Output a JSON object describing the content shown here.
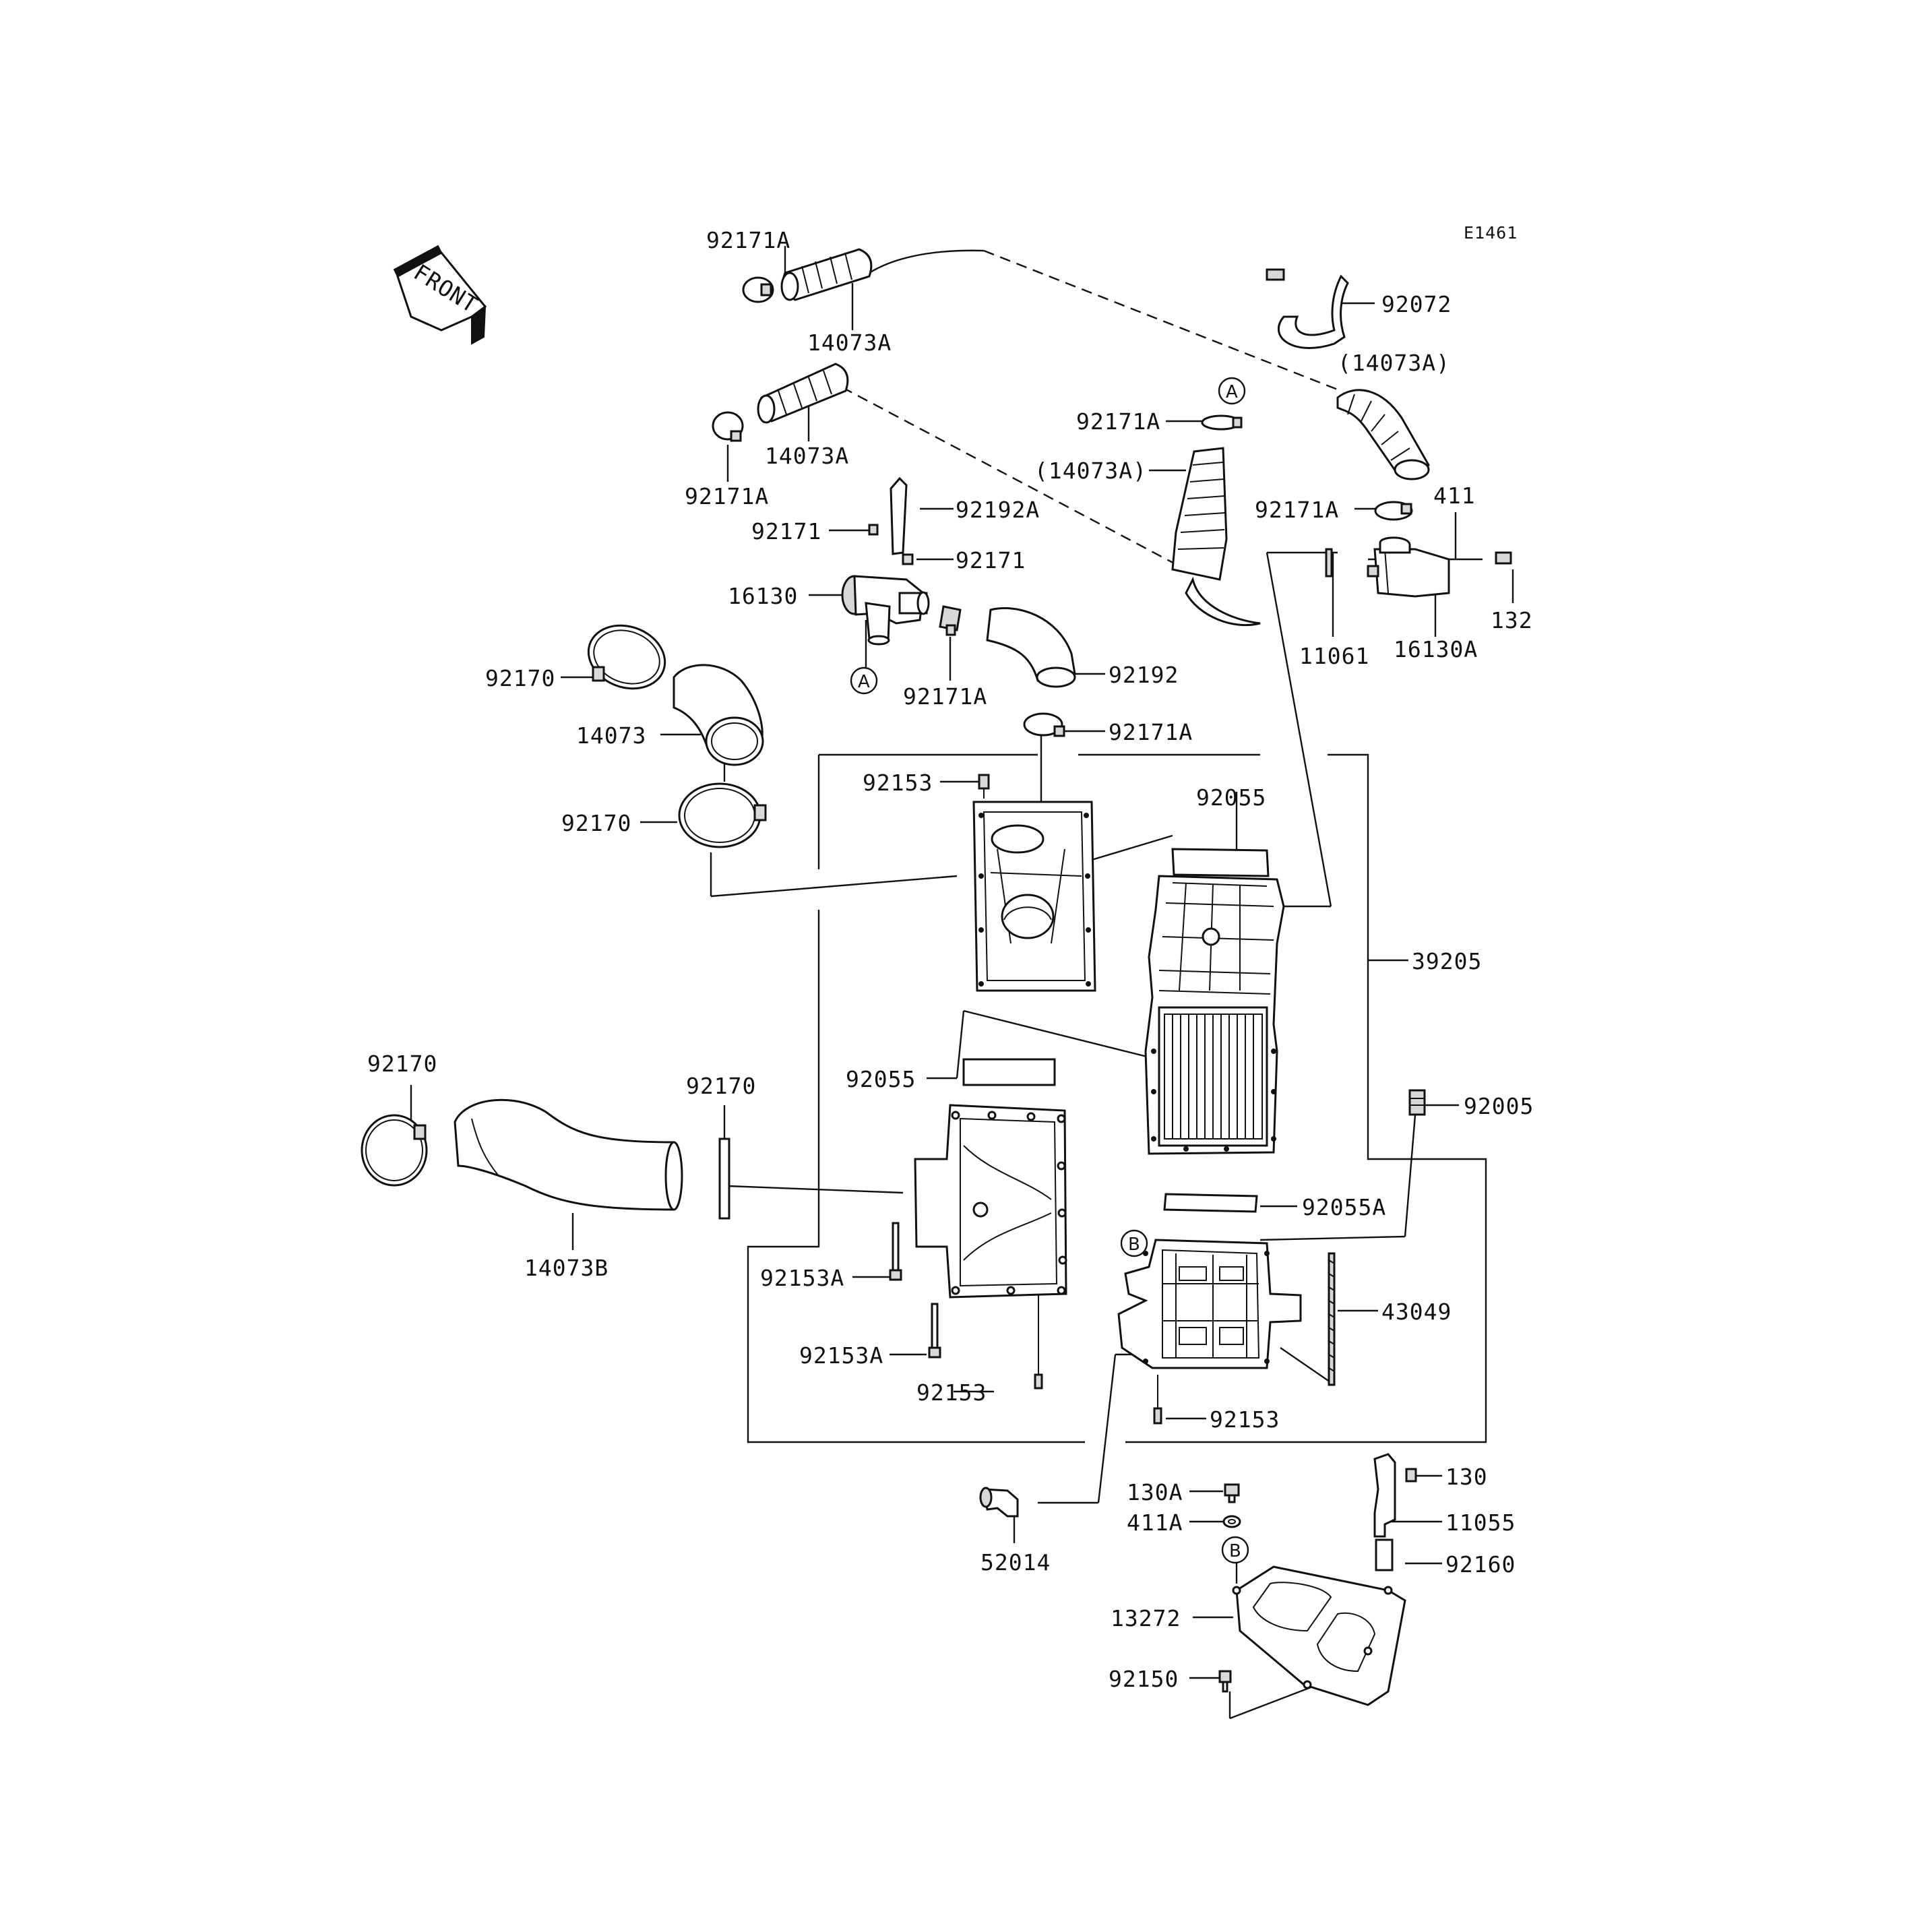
{
  "diagram_code": "E1461",
  "front_label": "FRONT",
  "labels": {
    "l_92171A_top": "92171A",
    "l_14073A_top": "14073A",
    "l_92072": "92072",
    "l_14073A_p_right": "(14073A)",
    "l_14073A_2": "14073A",
    "l_92171A_left2": "92171A",
    "l_92171A_midA": "92171A",
    "l_14073A_p_mid": "(14073A)",
    "l_92192A": "92192A",
    "l_92171_a": "92171",
    "l_92171_b": "92171",
    "l_16130": "16130",
    "l_92171A_right": "92171A",
    "l_411": "411",
    "l_132": "132",
    "l_11061": "11061",
    "l_16130A": "16130A",
    "l_92171A_mid": "92171A",
    "l_92192": "92192",
    "l_92170_a": "92170",
    "l_14073": "14073",
    "l_92171A_low": "92171A",
    "l_92153_top": "92153",
    "l_92055_top": "92055",
    "l_92170_b": "92170",
    "l_39205": "39205",
    "l_92170_c": "92170",
    "l_92170_d": "92170",
    "l_92055_mid": "92055",
    "l_92005": "92005",
    "l_14073B": "14073B",
    "l_92055A": "92055A",
    "l_92153A_a": "92153A",
    "l_43049": "43049",
    "l_92153A_b": "92153A",
    "l_92153_mid": "92153",
    "l_92153_low": "92153",
    "l_130A": "130A",
    "l_130": "130",
    "l_411A": "411A",
    "l_11055": "11055",
    "l_52014": "52014",
    "l_92160": "92160",
    "l_13272": "13272",
    "l_92150": "92150"
  },
  "refs": {
    "ref_A1": "A",
    "ref_A2": "A",
    "ref_B1": "B",
    "ref_B2": "B"
  }
}
